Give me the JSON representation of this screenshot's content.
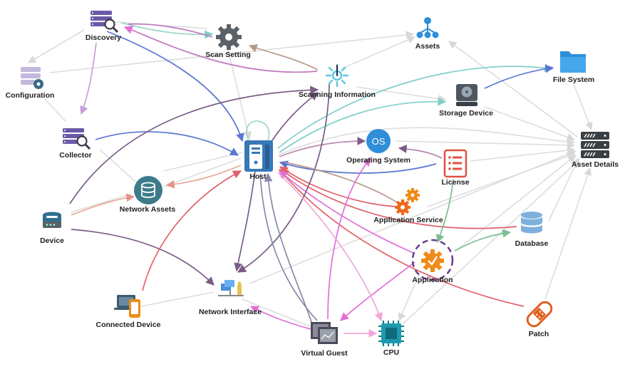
{
  "colors": {
    "grey_edge": "#dddddd",
    "purple": "#7a5c86",
    "lavender": "#c8a0d8",
    "blue": "#5a76d0",
    "teal": "#7fd0c8",
    "brown": "#b89a8c",
    "salmon": "#e8928a",
    "red": "#e0606a",
    "magenta": "#e070d8",
    "pink": "#f0a8d8",
    "green": "#78c090",
    "slate": "#8a88a8",
    "node_purple": "#6b5aa8",
    "node_teal": "#3d7b8a",
    "node_orange": "#f08a18",
    "node_red": "#e05040",
    "node_blue": "#2e8fd8",
    "node_gray": "#5a6268"
  },
  "nodes": {
    "discovery": {
      "label": "Discovery",
      "icon": "discovery-icon"
    },
    "scan_setting": {
      "label": "Scan Setting",
      "icon": "gear-icon"
    },
    "assets": {
      "label": "Assets",
      "icon": "hierarchy-icon"
    },
    "configuration": {
      "label": "Configuration",
      "icon": "configuration-icon"
    },
    "scanning_information": {
      "label": "Scanning Information",
      "icon": "scan-burst-icon"
    },
    "file_system": {
      "label": "File System",
      "icon": "folder-icon"
    },
    "storage_device": {
      "label": "Storage Device",
      "icon": "disk-drive-icon"
    },
    "collector": {
      "label": "Collector",
      "icon": "collector-icon"
    },
    "host": {
      "label": "Host",
      "icon": "server-icon"
    },
    "operating_system": {
      "label": "Operating System",
      "icon": "os-icon",
      "badge": "OS"
    },
    "license": {
      "label": "License",
      "icon": "document-icon"
    },
    "asset_details": {
      "label": "Asset Details",
      "icon": "server-rack-icon"
    },
    "network_assets": {
      "label": "Network Assets",
      "icon": "database-circle-icon"
    },
    "device": {
      "label": "Device",
      "icon": "router-icon"
    },
    "application_service": {
      "label": "Application Service",
      "icon": "gears-icon"
    },
    "database": {
      "label": "Database",
      "icon": "database-icon"
    },
    "application": {
      "label": "Application",
      "icon": "app-gear-icon"
    },
    "network_interface": {
      "label": "Network Interface",
      "icon": "network-interface-icon"
    },
    "connected_device": {
      "label": "Connected Device",
      "icon": "laptop-phone-icon"
    },
    "patch": {
      "label": "Patch",
      "icon": "bandage-icon"
    },
    "virtual_guest": {
      "label": "Virtual Guest",
      "icon": "virtual-machines-icon"
    },
    "cpu": {
      "label": "CPU",
      "icon": "chip-icon"
    }
  }
}
